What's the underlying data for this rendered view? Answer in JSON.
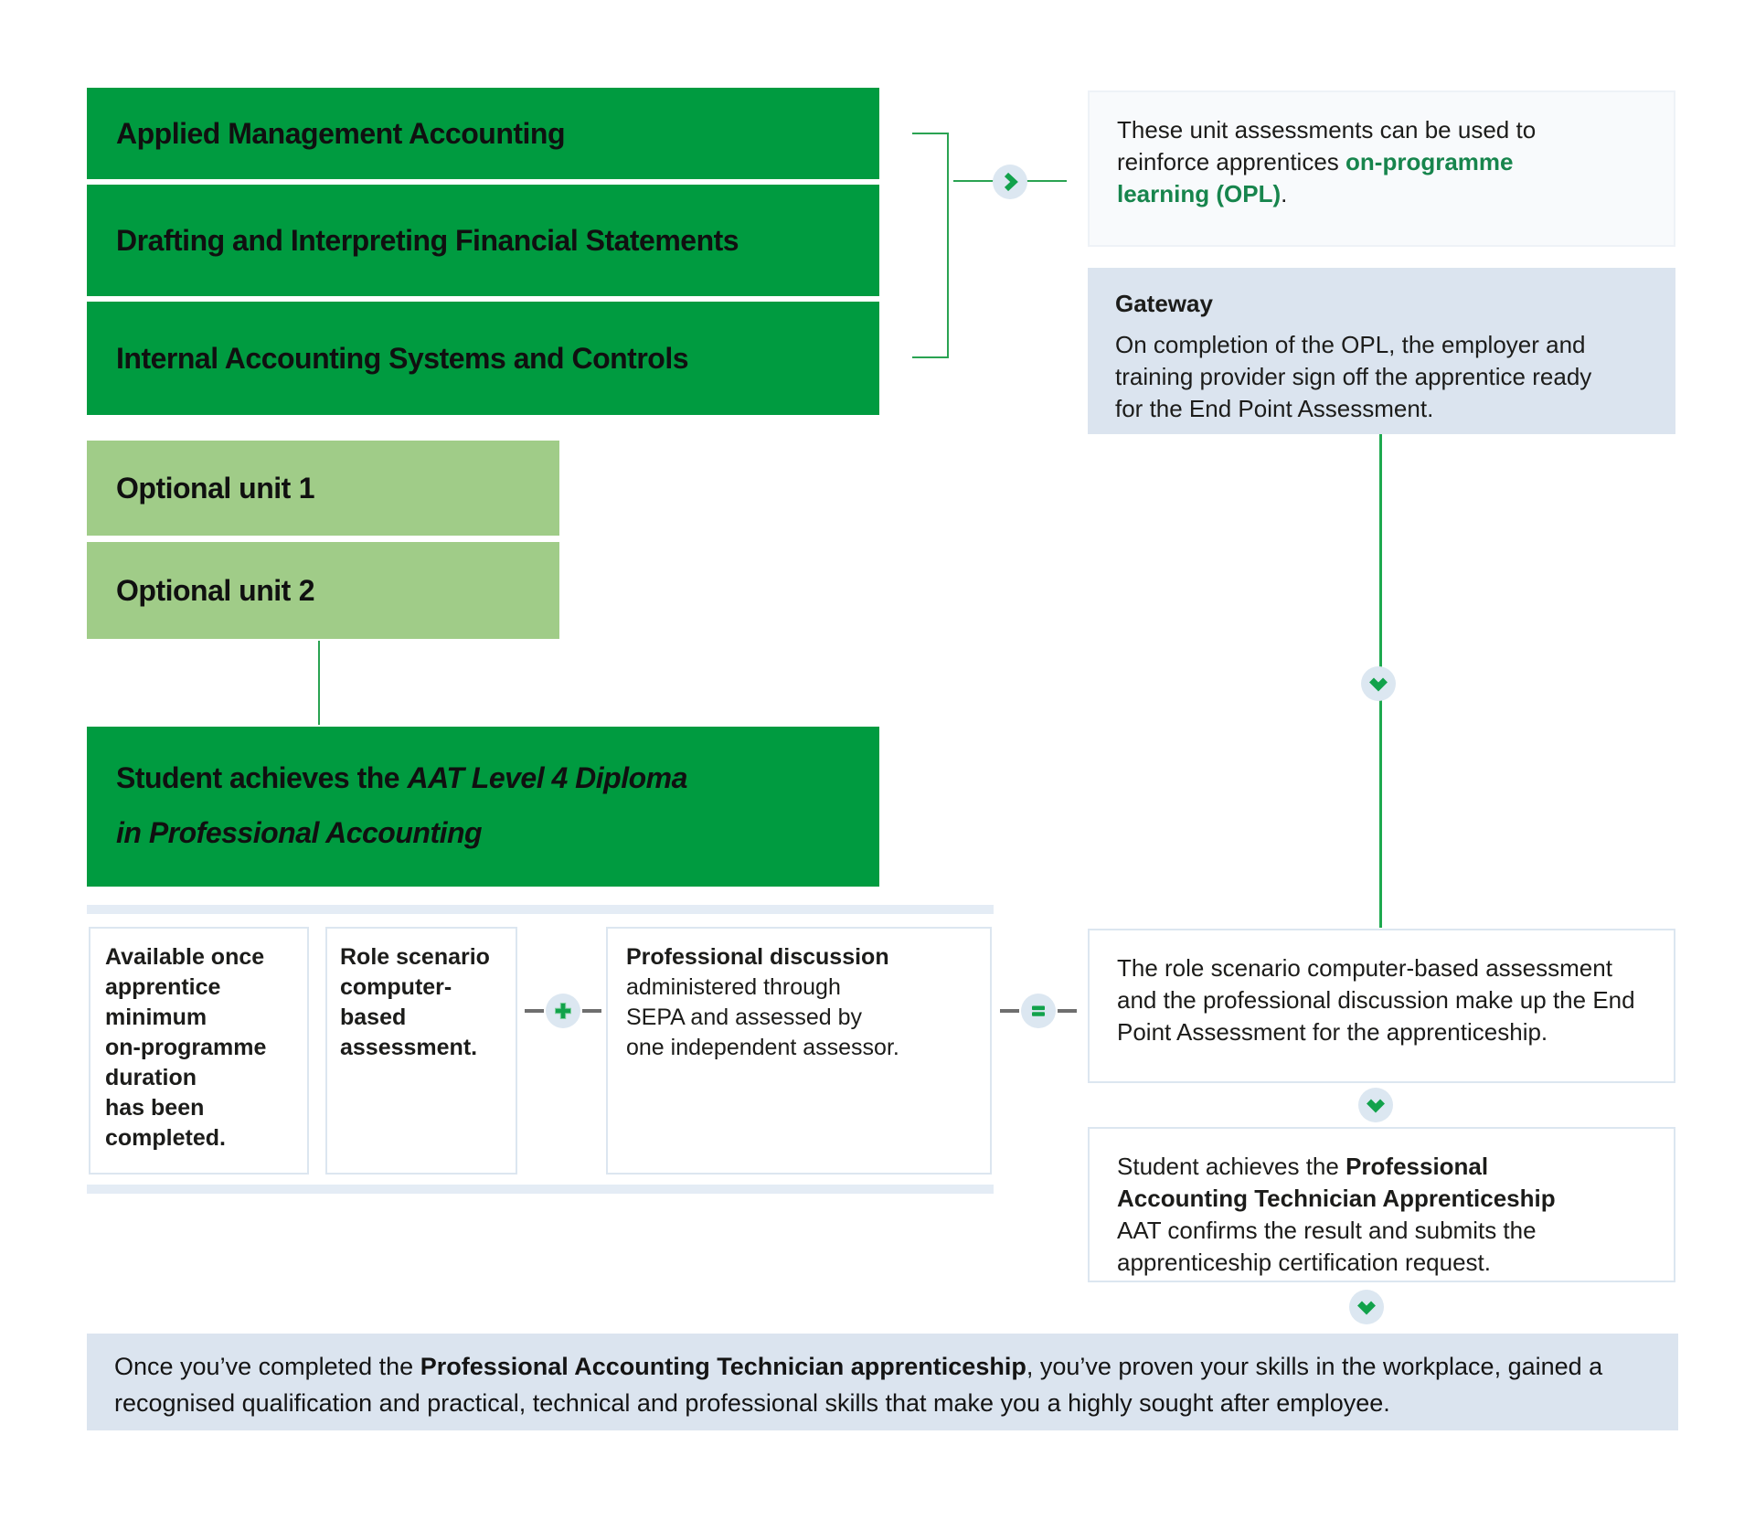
{
  "palette": {
    "dark_green": "#009b40",
    "light_green": "#a0cc88",
    "blue_panel": "#dbe4ef",
    "separator_blue": "#e4ecf5",
    "icon_circle_blue": "#dce7f1",
    "accent_green": "#12a24b",
    "green_text": "#17854d"
  },
  "units": {
    "mandatory": [
      "Applied Management Accounting",
      "Drafting and Interpreting Financial Statements",
      "Internal Accounting Systems and Controls"
    ],
    "optional": [
      {
        "label": "Optional unit",
        "number": "1"
      },
      {
        "label": "Optional unit",
        "number": "2"
      }
    ]
  },
  "diploma": {
    "prefix": "Student achieves the ",
    "title_line1": "AAT Level 4 Diploma",
    "title_line2": "in Professional Accounting"
  },
  "opl_note": {
    "seg1": "These unit assessments can be used to\nreinforce apprentices ",
    "seg2_green": "on-programme\nlearning (OPL)",
    "seg3": "."
  },
  "gateway": {
    "title": "Gateway",
    "body": "On completion of the OPL, the employer and\ntraining provider sign off the apprentice ready\nfor the End Point Assessment."
  },
  "epa": {
    "availability": "Available once\napprentice\nminimum\non-programme\nduration\nhas been\ncompleted.",
    "role_scenario": "Role scenario\ncomputer-\nbased\nassessment.",
    "prof_discussion_bold": "Professional discussion",
    "prof_discussion_rest": "administered through\nSEPA and assessed by\none independent assessor.",
    "summary": "The role scenario computer-based assessment\nand the professional discussion make up the End\nPoint Assessment for the apprenticeship."
  },
  "pat": {
    "seg1": "Student achieves the ",
    "seg2_bold": "Professional\nAccounting Technician Apprenticeship",
    "seg3": "\nAAT confirms the result and submits the\napprenticeship certification request."
  },
  "outro": {
    "seg1": "Once you’ve completed the ",
    "seg2_bold": "Professional Accounting Technician apprenticeship",
    "seg3": ", you’ve proven your skills in the workplace, gained a\nrecognised qualification and practical, technical and professional skills that make you a highly sought after employee."
  }
}
